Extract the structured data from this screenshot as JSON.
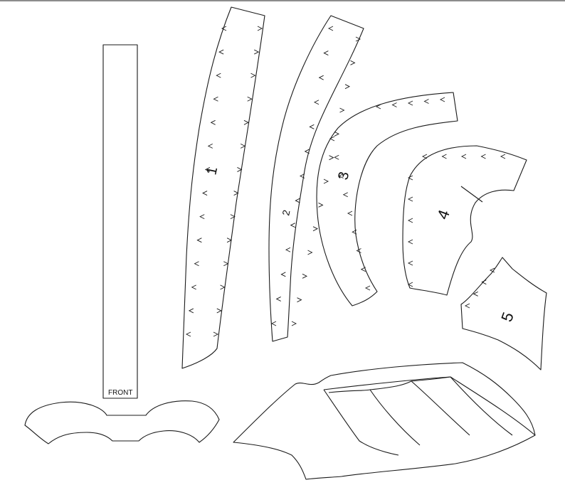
{
  "pieces": {
    "p1": {
      "label": "1"
    },
    "p2": {
      "label": "2"
    },
    "p3": {
      "label": "3"
    },
    "p4": {
      "label": "4"
    },
    "p5": {
      "label": "5"
    },
    "strip": {
      "label": "FRONT"
    }
  },
  "colors": {
    "line": "#1a1a1a",
    "paper": "#ffffff"
  }
}
